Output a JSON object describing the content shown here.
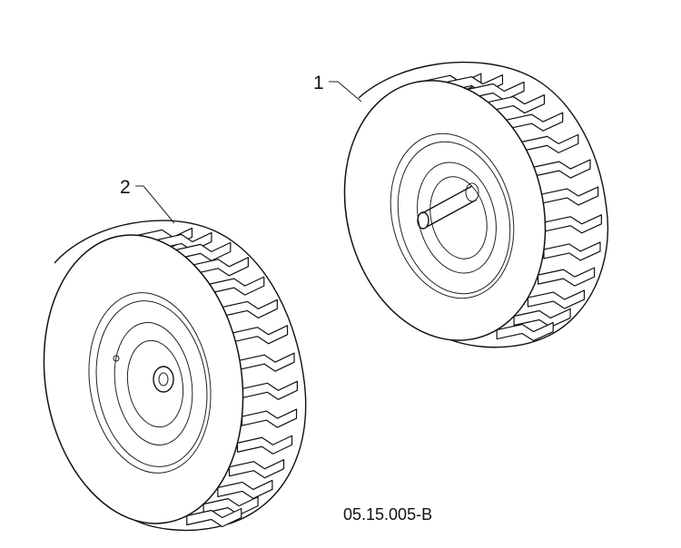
{
  "callouts": [
    {
      "label": "1",
      "part": "wheel-right"
    },
    {
      "label": "2",
      "part": "wheel-left"
    }
  ],
  "drawing_code": "05.15.005-B"
}
